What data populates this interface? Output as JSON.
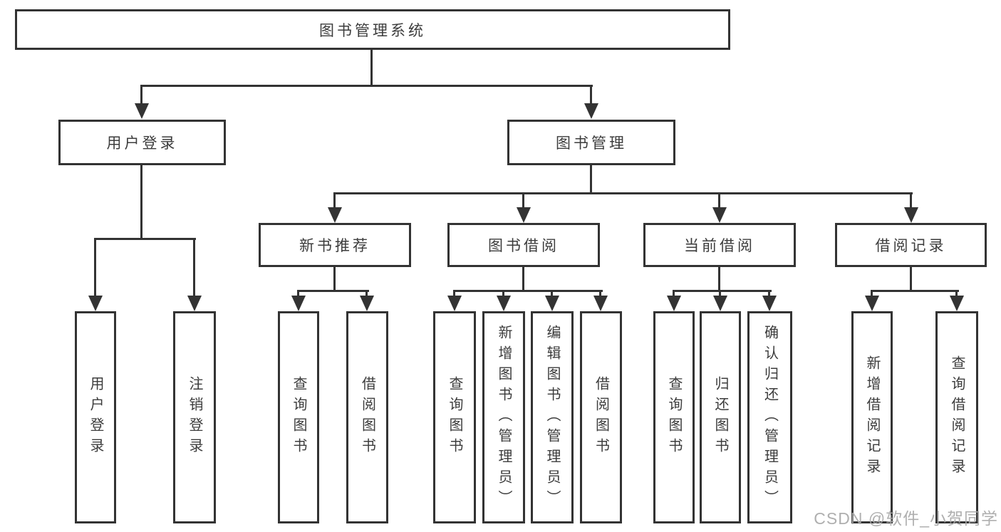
{
  "tree": {
    "root": "图书管理系统",
    "branches": [
      {
        "label": "用户登录",
        "children": [
          "用户登录",
          "注销登录"
        ]
      },
      {
        "label": "图书管理",
        "groups": [
          {
            "label": "新书推荐",
            "children": [
              "查询图书",
              "借阅图书"
            ]
          },
          {
            "label": "图书借阅",
            "children": [
              "查询图书",
              "新增图书（管理员）",
              "编辑图书（管理员）",
              "借阅图书"
            ]
          },
          {
            "label": "当前借阅",
            "children": [
              "查询图书",
              "归还图书",
              "确认归还（管理员）"
            ]
          },
          {
            "label": "借阅记录",
            "children": [
              "新增借阅记录",
              "查询借阅记录"
            ]
          }
        ]
      }
    ]
  },
  "colors": {
    "line": "#333333",
    "text": "#3c3c3c",
    "watermark": "#a8a8a8"
  },
  "watermark": "CSDN @软件_小贺同学"
}
